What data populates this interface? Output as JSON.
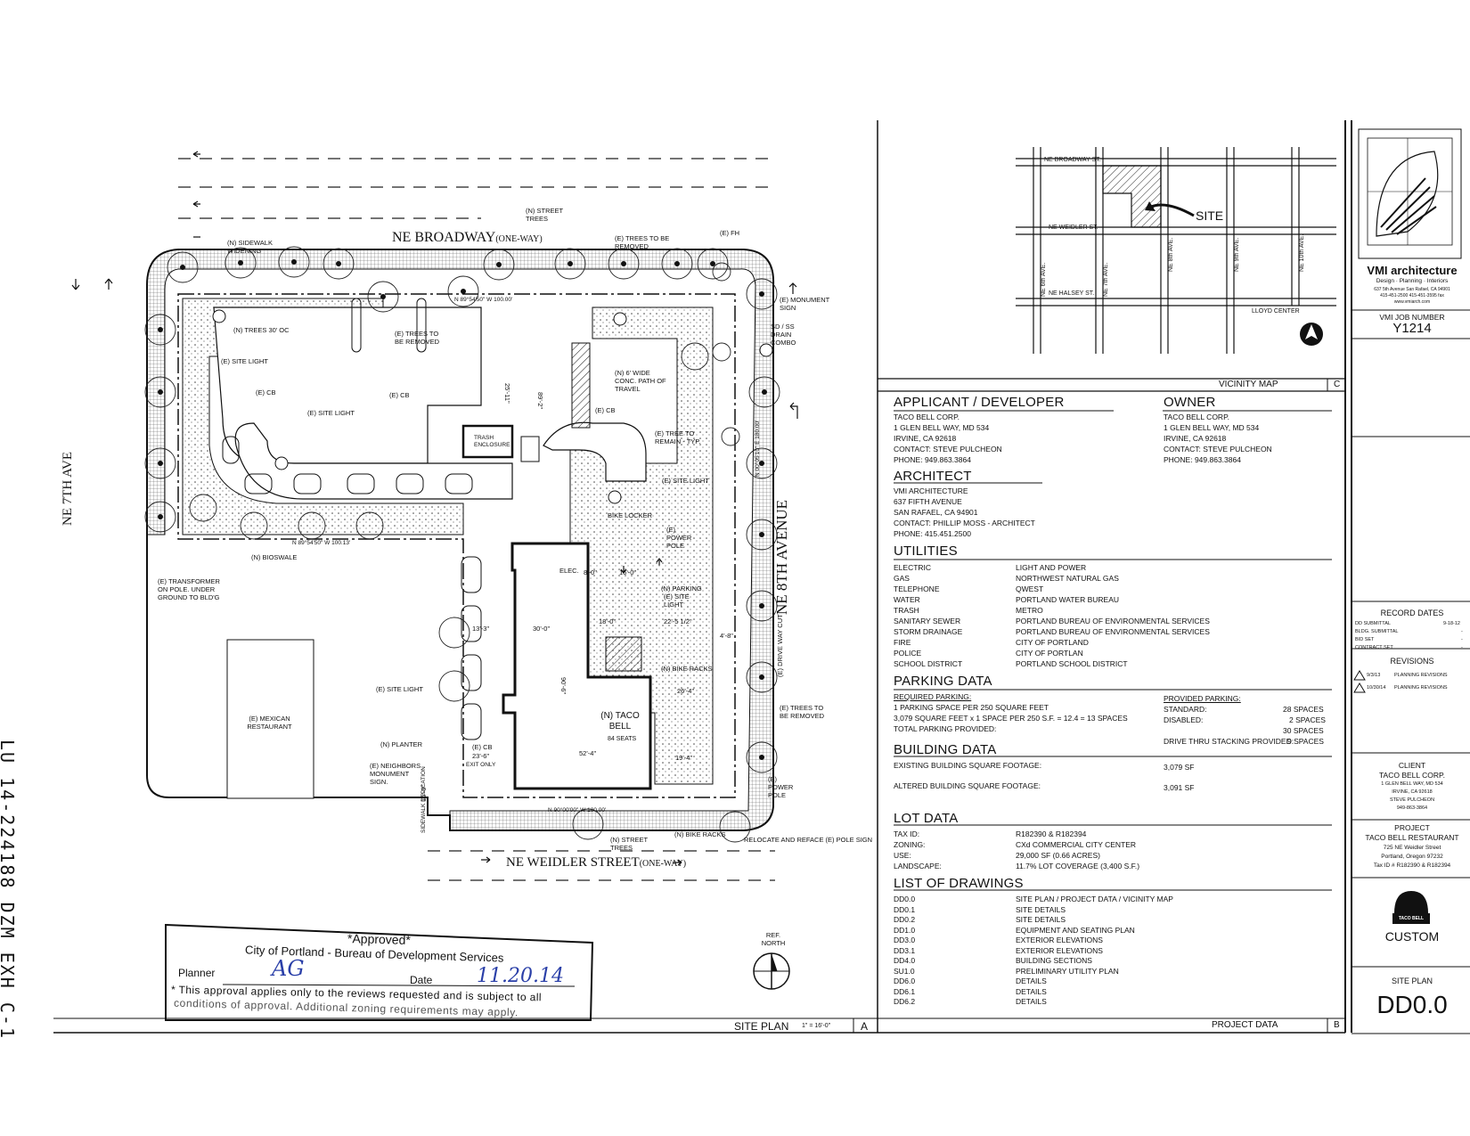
{
  "site_plan": {
    "streets": {
      "north": "NE BROADWAY",
      "north_suffix": "(ONE-WAY)",
      "south": "NE WEIDLER STREET",
      "south_suffix": "(ONE-WAY)",
      "west": "NE 7TH AVE",
      "east": "NE 8TH AVENUE"
    },
    "labels": {
      "sidewalk_widening": "(N) SIDEWALK WIDENING",
      "street_trees_top": "(N) STREET TREES",
      "trees_removed_top": "(E) TREES TO BE REMOVED",
      "fh": "(E) FH",
      "monument_sign": "(E) MONUMENT SIGN",
      "sd_ss": "SD / SS DRAIN COMBO",
      "trees_30oc": "(N) TREES 30' OC",
      "trees_removed_mid": "(E) TREES TO BE REMOVED",
      "site_light_1": "(E) SITE LIGHT",
      "site_light_2": "(E) SITE LIGHT",
      "site_light_3": "(E) SITE LIGHT",
      "site_light_4": "(E) SITE LIGHT",
      "site_light_5": "(E) SITE LIGHT",
      "cb1": "(E) CB",
      "cb2": "(E) CB",
      "cb3": "(E) CB",
      "cb4": "(E) CB",
      "conc_path": "(N) 6' WIDE CONC. PATH OF TRAVEL",
      "trash": "TRASH ENCLOSURE",
      "tree_remain": "(E) TREE TO REMAIN - TYP.",
      "bike_locker": "BIKE LOCKER",
      "power_pole_1": "(E) POWER POLE",
      "power_pole_2": "(E) POWER POLE",
      "parking": "(N) PARKING",
      "bike_racks_1": "(N) BIKE RACKS",
      "bike_racks_2": "(N) BIKE RACKS",
      "bioswale": "(N) BIOSWALE",
      "transformer": "(E) TRANSFORMER ON POLE. UNDER GROUND TO BLD'G",
      "mexican": "(E) MEXICAN RESTAURANT",
      "planter": "(N) PLANTER",
      "neighbors_sign": "(E) NEIGHBORS MONUMENT SIGN.",
      "taco_bell": "(N) TACO BELL",
      "seats": "84 SEATS",
      "street_trees_bottom": "(N) STREET TREES",
      "relocate": "RELOCATE AND REFACE (E) POLE SIGN",
      "trees_removed_right": "(E) TREES TO BE REMOVED",
      "elec": "ELEC.",
      "exit_only": "EXIT ONLY",
      "ref_north": "REF. NORTH",
      "drive_way_cut": "(E) DRIVE WAY CUT",
      "sidewalk_dedication": "SIDEWALK DEDICATION",
      "bearing_top": "N 89°54'50\" W 100.00'",
      "bearing_bottom": "N 90°00'00\" W 100.00'",
      "bearing_left": "N 89°54'50\" W 100.13'",
      "bearing_right": "N 00°05'10\" E 180.00'",
      "dim_30": "30'-0\"",
      "dim_13": "13'-3\"",
      "dim_90": "90'-6\"",
      "dim_52": "52'-4\"",
      "dim_22": "22'-5 1/2\"",
      "dim_18": "18'-0\"",
      "dim_16": "16'-0\"",
      "dim_8": "8'-0\"",
      "dim_25": "25'-11\"",
      "dim_89": "89'-2\"",
      "dim_26": "26'-4\"",
      "dim_19": "19'-4\"",
      "dim_23": "23'-6\"",
      "dim_4": "4'-8\"",
      "dim_15": "15'-0\""
    },
    "title": "SITE PLAN",
    "scale": "1\" = 16'-0\"",
    "letter": "A"
  },
  "stamp": {
    "approved": "*Approved*",
    "org": "City of Portland - Bureau of Development Services",
    "planner_label": "Planner",
    "planner_value": "AG",
    "date_label": "Date",
    "date_value": "11.20.14",
    "note1": "* This approval applies only to the reviews requested and is subject to all",
    "note2": "conditions of approval. Additional zoning requirements may apply."
  },
  "margin_note": "LU 14-224188 DZM EXH C-1",
  "vicinity": {
    "streets_h": [
      "NE BROADWAY ST.",
      "NE WEIDLER ST.",
      "NE HALSEY ST."
    ],
    "streets_v": [
      "NE 6th AVE.",
      "NE 7th AVE.",
      "NE 8th AVE.",
      "NE 9th AVE.",
      "NE 10th AVE."
    ],
    "lloyd": "LLOYD CENTER",
    "site": "SITE",
    "title": "VICINITY MAP",
    "letter": "C"
  },
  "project_data": {
    "applicant": {
      "title": "APPLICANT / DEVELOPER",
      "lines": [
        "TACO BELL CORP.",
        "1 GLEN BELL WAY, MD 534",
        "IRVINE, CA 92618",
        "CONTACT: STEVE PULCHEON",
        "PHONE: 949.863.3864"
      ]
    },
    "owner": {
      "title": "OWNER",
      "lines": [
        "TACO BELL CORP.",
        "1 GLEN BELL WAY, MD 534",
        "IRVINE, CA 92618",
        "CONTACT: STEVE PULCHEON",
        "PHONE: 949.863.3864"
      ]
    },
    "architect": {
      "title": "ARCHITECT",
      "lines": [
        "VMI ARCHITECTURE",
        "637 FIFTH AVENUE",
        "SAN RAFAEL, CA 94901",
        "CONTACT: PHILLIP MOSS - ARCHITECT",
        "PHONE: 415.451.2500"
      ]
    },
    "utilities": {
      "title": "UTILITIES",
      "rows": [
        [
          "ELECTRIC",
          "LIGHT AND POWER"
        ],
        [
          "GAS",
          "NORTHWEST NATURAL GAS"
        ],
        [
          "TELEPHONE",
          "QWEST"
        ],
        [
          "WATER",
          "PORTLAND WATER BUREAU"
        ],
        [
          "TRASH",
          "METRO"
        ],
        [
          "SANITARY SEWER",
          "PORTLAND BUREAU OF ENVIRONMENTAL SERVICES"
        ],
        [
          "STORM DRAINAGE",
          "PORTLAND BUREAU OF ENVIRONMENTAL SERVICES"
        ],
        [
          "FIRE",
          "CITY OF PORTLAND"
        ],
        [
          "POLICE",
          "CITY OF PORTLAN"
        ],
        [
          "SCHOOL DISTRICT",
          "PORTLAND SCHOOL DISTRICT"
        ]
      ]
    },
    "parking": {
      "title": "PARKING DATA",
      "required_label": "REQUIRED PARKING:",
      "required_lines": [
        "1 PARKING SPACE PER 250 SQUARE FEET",
        "3,079 SQUARE FEET x 1 SPACE PER 250 S.F. = 12.4 = 13 SPACES",
        "TOTAL PARKING PROVIDED:"
      ],
      "provided_label": "PROVIDED PARKING:",
      "provided_rows": [
        [
          "STANDARD:",
          "28 SPACES"
        ],
        [
          "DISABLED:",
          "2 SPACES"
        ],
        [
          "",
          "30 SPACES"
        ],
        [
          "DRIVE THRU STACKING PROVIDED:",
          "9 SPACES"
        ]
      ]
    },
    "building": {
      "title": "BUILDING DATA",
      "rows": [
        [
          "EXISTING BUILDING SQUARE FOOTAGE:",
          "3,079 SF"
        ],
        [
          "ALTERED BUILDING SQUARE FOOTAGE:",
          "3,091 SF"
        ]
      ]
    },
    "lot": {
      "title": "LOT DATA",
      "rows": [
        [
          "TAX ID:",
          "R182390 & R182394"
        ],
        [
          "ZONING:",
          "CXd COMMERCIAL CITY CENTER"
        ],
        [
          "USE:",
          "29,000 SF (0.66 ACRES)"
        ],
        [
          "LANDSCAPE:",
          "11.7% LOT COVERAGE (3,400 S.F.)"
        ]
      ]
    },
    "drawings": {
      "title": "LIST OF DRAWINGS",
      "rows": [
        [
          "DD0.0",
          "SITE PLAN / PROJECT DATA / VICINITY MAP"
        ],
        [
          "DD0.1",
          "SITE DETAILS"
        ],
        [
          "DD0.2",
          "SITE DETAILS"
        ],
        [
          "DD1.0",
          "EQUIPMENT AND SEATING PLAN"
        ],
        [
          "DD3.0",
          "EXTERIOR ELEVATIONS"
        ],
        [
          "DD3.1",
          "EXTERIOR ELEVATIONS"
        ],
        [
          "DD4.0",
          "BUILDING SECTIONS"
        ],
        [
          "SU1.0",
          "PRELIMINARY UTILITY PLAN"
        ],
        [
          "DD6.0",
          "DETAILS"
        ],
        [
          "DD6.1",
          "DETAILS"
        ],
        [
          "DD6.2",
          "DETAILS"
        ]
      ]
    },
    "footer_title": "PROJECT DATA",
    "footer_letter": "B"
  },
  "title_block": {
    "firm": "VMI architecture",
    "firm_sub": "Design · Planning · Interiors",
    "firm_addr": "637 5th Avenue San Rafael, CA 94901",
    "firm_phone": "415-451-2500   415-451-3595 fax",
    "firm_web": "www.vmiarch.com",
    "job_label": "VMI JOB NUMBER",
    "job_number": "Y1214",
    "record_title": "RECORD DATES",
    "record_rows": [
      [
        "DD SUBMITTAL",
        "9-18-12"
      ],
      [
        "BLDG. SUBMITTAL",
        "-"
      ],
      [
        "BID SET",
        "-"
      ],
      [
        "CONTRACT SET",
        "-"
      ]
    ],
    "revisions_title": "REVISIONS",
    "revisions": [
      [
        "9/3/13",
        "PLANNING REVISIONS"
      ],
      [
        "10/30/14",
        "PLANNING REVISIONS"
      ]
    ],
    "client_label": "CLIENT",
    "client_name": "TACO BELL CORP.",
    "client_lines": [
      "1 GLEN BELL WAY, MD 534",
      "IRVINE, CA 92618",
      "STEVE PULCHEON",
      "949-863-3864"
    ],
    "project_label": "PROJECT",
    "project_name": "TACO BELL RESTAURANT",
    "project_lines": [
      "725 NE Weidler Street",
      "Portland, Oregon 97232",
      "Tax ID # R182390 & R182394"
    ],
    "brand_mark": "TACO BELL",
    "custom": "CUSTOM",
    "sheet_title": "SITE PLAN",
    "sheet_number": "DD0.0"
  },
  "colors": {
    "ink": "#111111",
    "stamp_ink": "#1a1a1a",
    "signature_ink": "#2a3fa8"
  }
}
